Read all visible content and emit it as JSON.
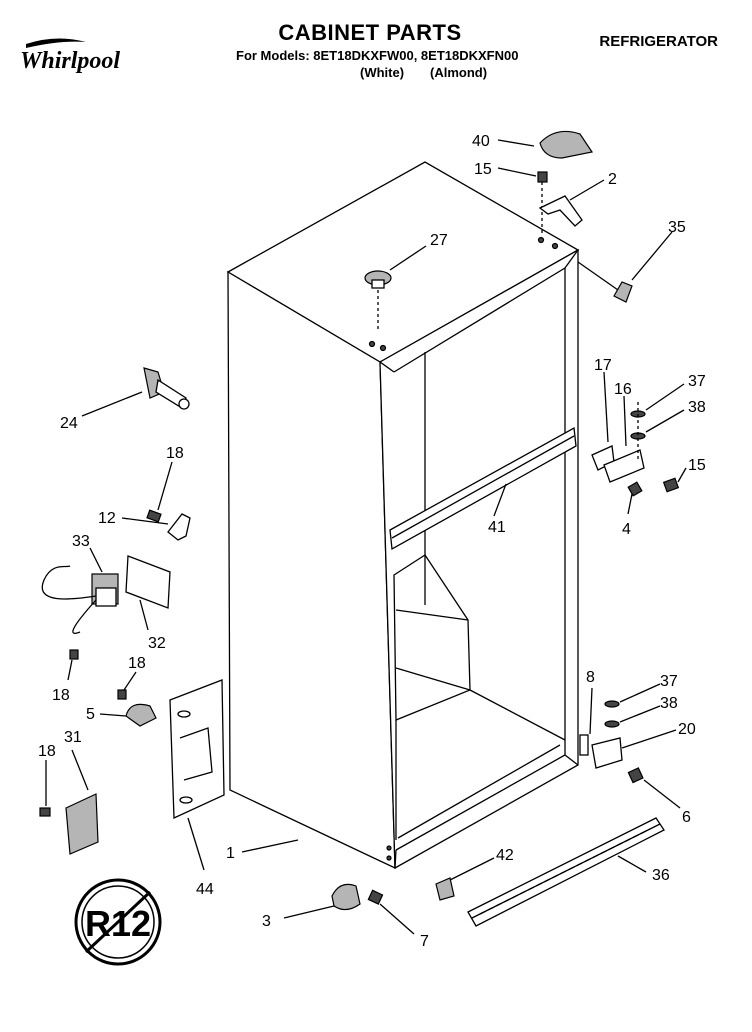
{
  "header": {
    "title": "CABINET PARTS",
    "category": "REFRIGERATOR",
    "models_line": "For Models: 8ET18DKXFW00, 8ET18DKXFN00",
    "finish_white": "(White)",
    "finish_almond": "(Almond)"
  },
  "logo": {
    "text": "Whirlpool",
    "icon": "whirlpool-logo"
  },
  "badge": {
    "text": "R12",
    "icon": "r12-refrigerant-badge"
  },
  "callouts": [
    "40",
    "15",
    "2",
    "35",
    "27",
    "24",
    "17",
    "16",
    "37",
    "38",
    "15",
    "18",
    "12",
    "41",
    "4",
    "33",
    "32",
    "18",
    "18",
    "5",
    "8",
    "37",
    "38",
    "20",
    "6",
    "18",
    "31",
    "1",
    "44",
    "42",
    "36",
    "3",
    "7"
  ]
}
